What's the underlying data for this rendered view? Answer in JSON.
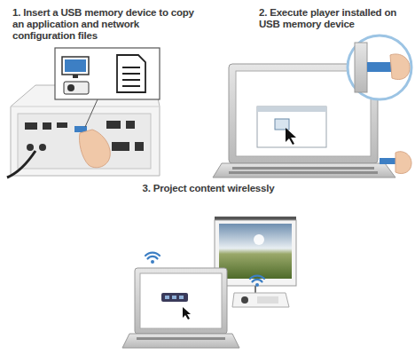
{
  "diagram": {
    "labels": [
      "1. Insert a USB memory device to copy an application and network configuration files",
      "2. Execute player installed on USB memory device",
      "3. Project content wirelessly"
    ]
  }
}
